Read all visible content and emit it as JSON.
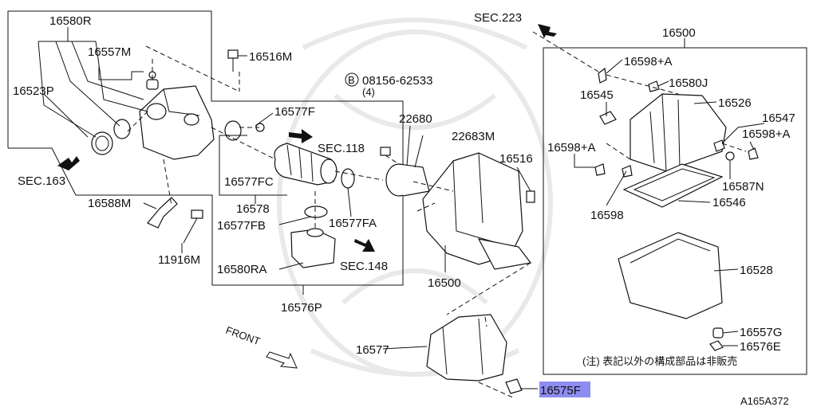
{
  "labels": {
    "p16580R": "16580R",
    "p16557M_top": "16557M",
    "p16516M": "16516M",
    "p16523P": "16523P",
    "p16577F": "16577F",
    "sec118": "SEC.118",
    "sec163": "SEC.163",
    "p16588M": "16588M",
    "p16577FC": "16577FC",
    "p16578": "16578",
    "p16577FB": "16577FB",
    "p16577FA": "16577FA",
    "p11916M": "11916M",
    "p16580RA": "16580RA",
    "sec148": "SEC.148",
    "p16576P": "16576P",
    "bolt_circle": "B",
    "bolt_code": "08156-62533",
    "bolt_qty": "(4)",
    "p22680": "22680",
    "p22683M": "22683M",
    "p16516": "16516",
    "p16500_mid": "16500",
    "sec223": "SEC.223",
    "p16500_box": "16500",
    "p16598A_top": "16598+A",
    "p16580J": "16580J",
    "p16545": "16545",
    "p16526": "16526",
    "p16547": "16547",
    "p16598A_left": "16598+A",
    "p16598A_right": "16598+A",
    "p16587N": "16587N",
    "p16598": "16598",
    "p16546": "16546",
    "p16528": "16528",
    "p16557G": "16557G",
    "p16576E": "16576E",
    "note_jp": "(注) 表記以外の構成部品は非販売",
    "front": "FRONT",
    "p16577": "16577",
    "p16575F": "16575F",
    "diagram_id": "A165A372"
  },
  "colors": {
    "highlight": "#8d8cf0",
    "line": "#111111",
    "watermark": "#e9e9e9"
  }
}
